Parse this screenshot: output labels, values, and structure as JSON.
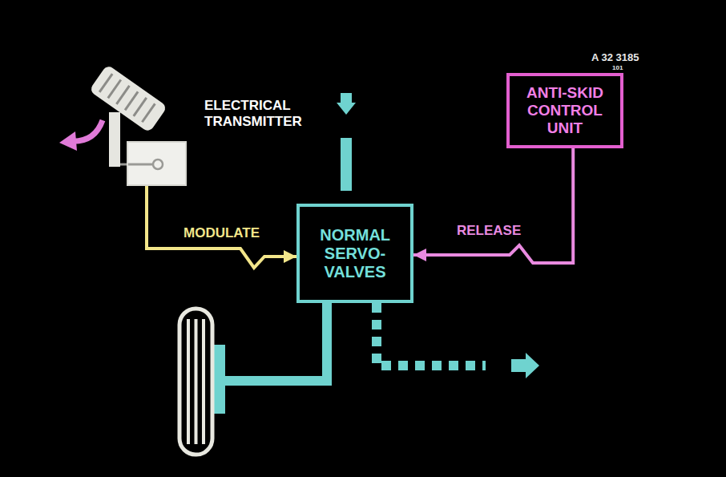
{
  "diagram": {
    "nodes": [
      {
        "text": [
          "ELECTRICAL TRANSMITTER"
        ]
      },
      {
        "text": [
          "NORMAL SERVO- VALVES"
        ]
      },
      {
        "text": [
          "ANTI-SKID CONTROL UNIT"
        ]
      }
    ],
    "edges": [
      {
        "from": 0,
        "to": 1,
        "label": "MODULATE",
        "arrow": "to"
      },
      {
        "from": 2,
        "to": 1,
        "label": "RELEASE",
        "arrow": "to"
      }
    ],
    "labels": [
      "A 32 3185",
      "101"
    ]
  }
}
